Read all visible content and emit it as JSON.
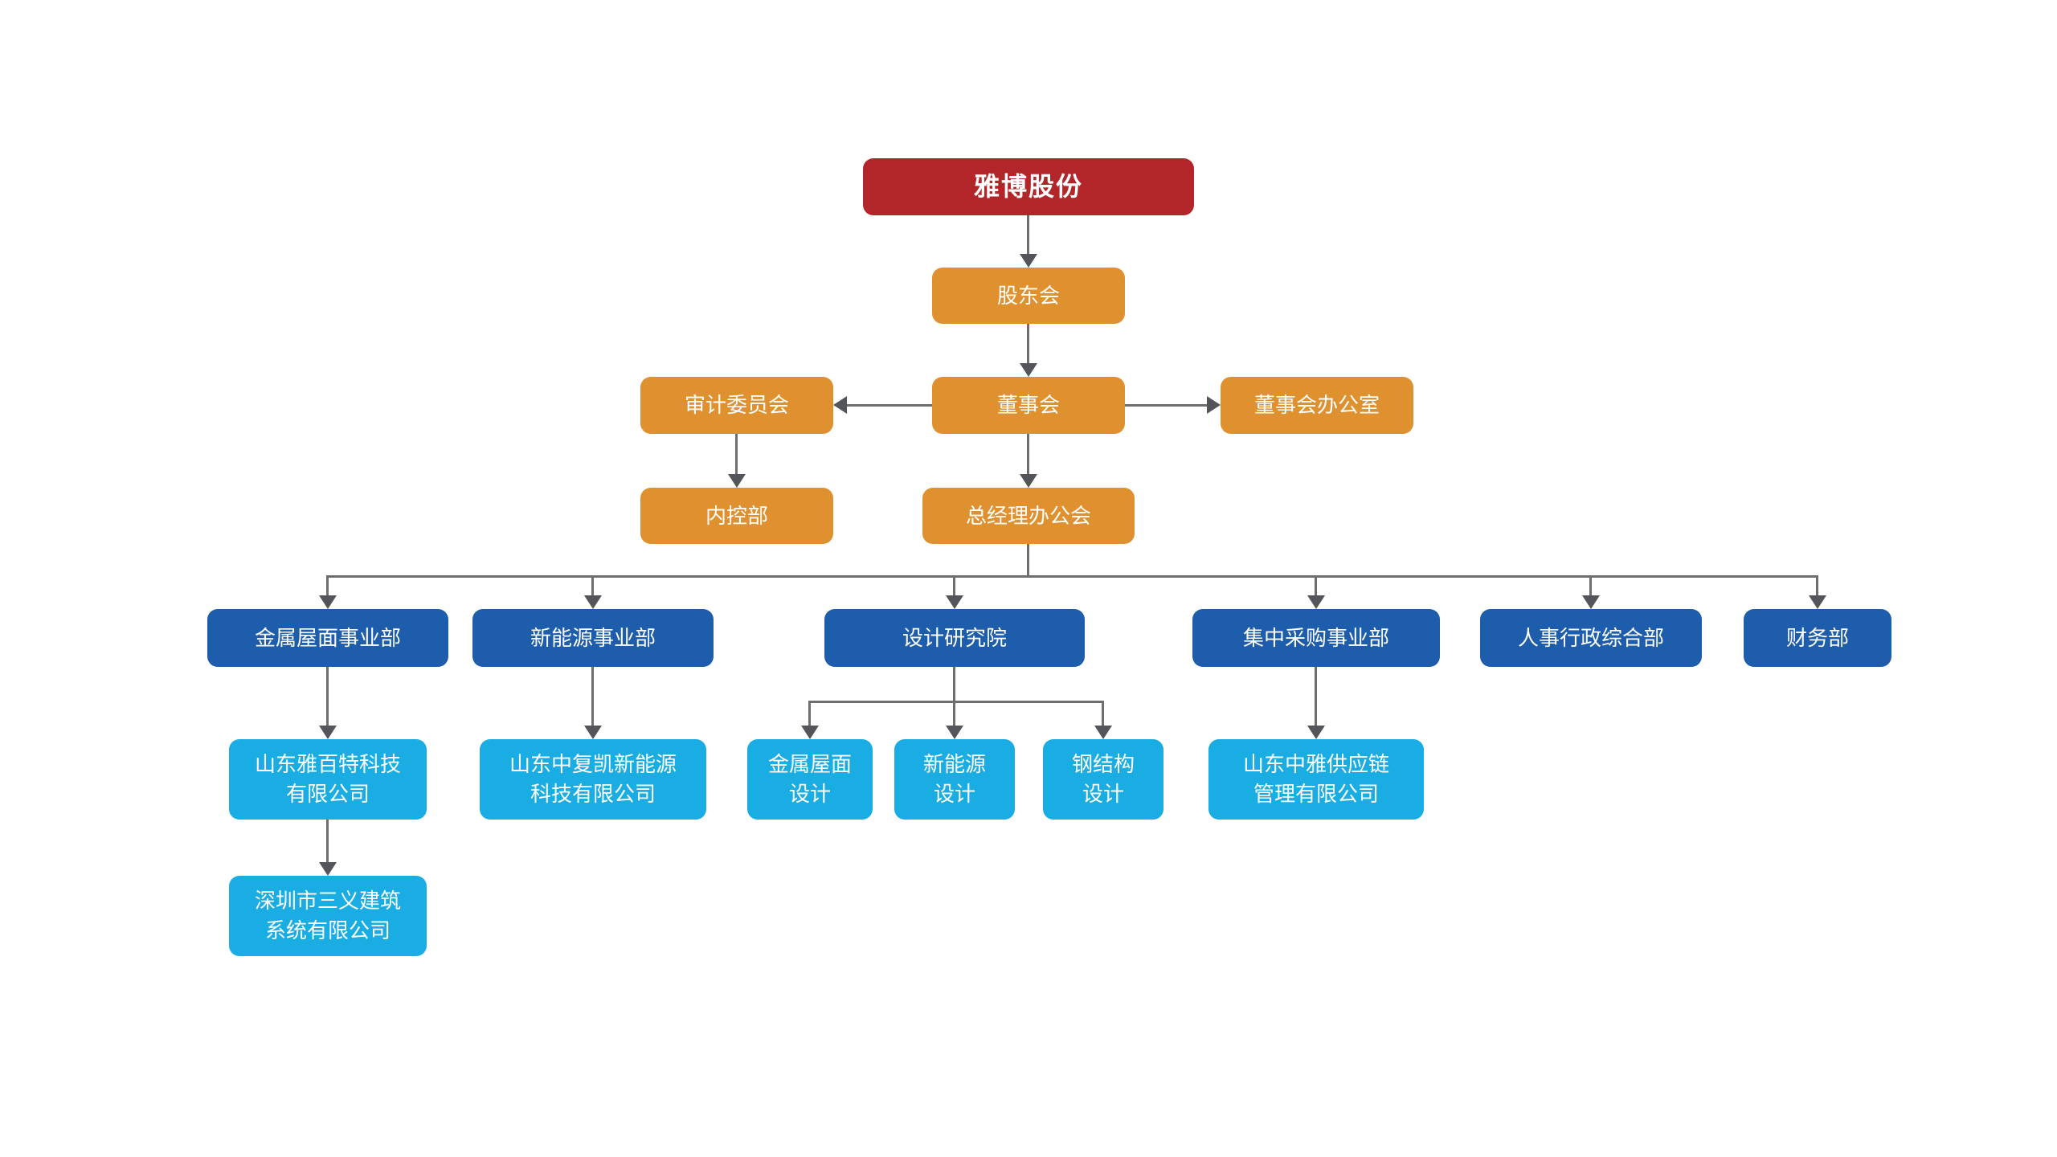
{
  "colors": {
    "background": "#ffffff",
    "root_box": "#b2262a",
    "governance_box": "#e0912f",
    "division_box": "#1d5dab",
    "subsidiary_box": "#1aade3",
    "connector_line": "#6e6e6e",
    "connector_arrow": "#54555a",
    "box_text": "#ffffff"
  },
  "nodes": {
    "root": {
      "label": "雅博股份"
    },
    "shareholders_meeting": {
      "label": "股东会"
    },
    "audit_committee": {
      "label": "审计委员会"
    },
    "board_of_directors": {
      "label": "董事会"
    },
    "board_office": {
      "label": "董事会办公室"
    },
    "internal_control_dept": {
      "label": "内控部"
    },
    "gm_office_meeting": {
      "label": "总经理办公会"
    },
    "metal_roof_division": {
      "label": "金属屋面事业部"
    },
    "new_energy_division": {
      "label": "新能源事业部"
    },
    "design_institute": {
      "label": "设计研究院"
    },
    "procurement_division": {
      "label": "集中采购事业部"
    },
    "hr_admin_dept": {
      "label": "人事行政综合部"
    },
    "finance_dept": {
      "label": "财务部"
    },
    "shandong_yabaite": {
      "label": "山东雅百特科技\n有限公司"
    },
    "shandong_zhongfukai": {
      "label": "山东中复凯新能源\n科技有限公司"
    },
    "metal_roof_design": {
      "label": "金属屋面\n设计"
    },
    "new_energy_design": {
      "label": "新能源\n设计"
    },
    "steel_structure_design": {
      "label": "钢结构\n设计"
    },
    "shandong_zhongya_supply_chain": {
      "label": "山东中雅供应链\n管理有限公司"
    },
    "shenzhen_sanyi_building": {
      "label": "深圳市三义建筑\n系统有限公司"
    }
  }
}
